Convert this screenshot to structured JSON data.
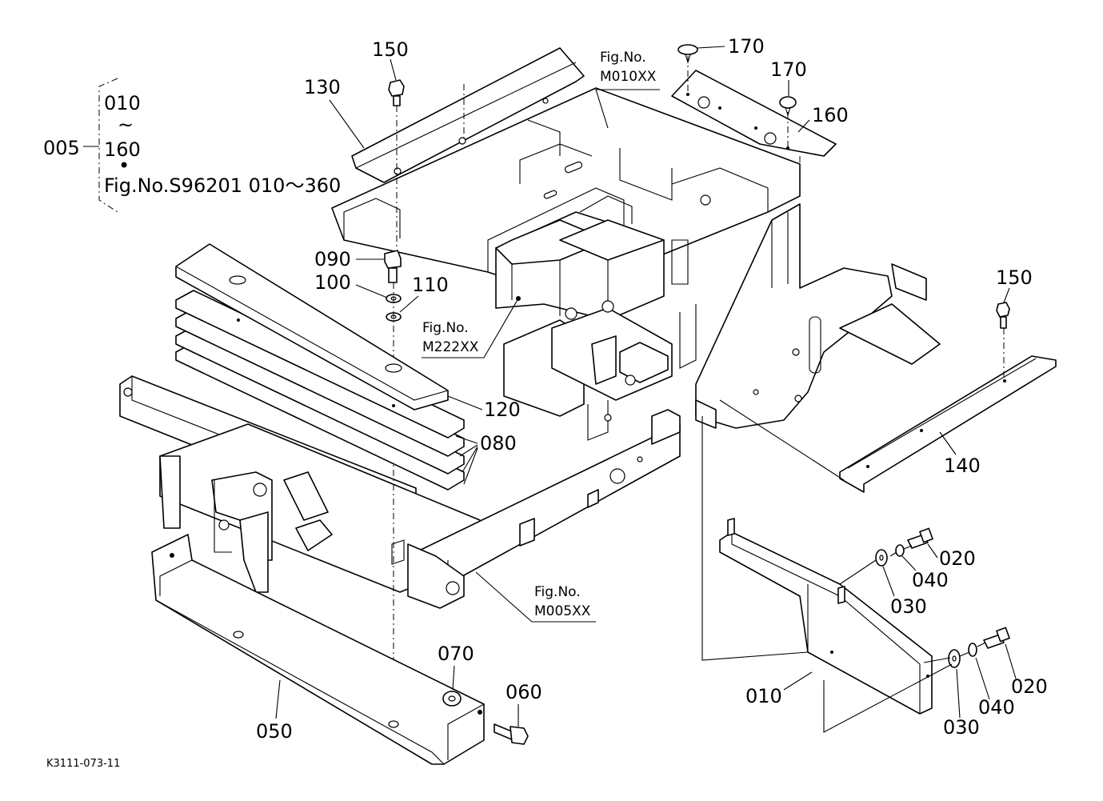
{
  "diagram_code": "K3111-073-11",
  "group": {
    "number": "005",
    "range_start": "010",
    "range_tilde": "~",
    "range_end": "160",
    "bullet": "•",
    "figure_ref": "Fig.No.S96201  010～360"
  },
  "fig_refs": [
    {
      "line1": "Fig.No.",
      "line2": "M010XX"
    },
    {
      "line1": "Fig.No.",
      "line2": "M222XX"
    },
    {
      "line1": "Fig.No.",
      "line2": "M005XX"
    }
  ],
  "callouts": [
    "150",
    "130",
    "170",
    "170",
    "160",
    "090",
    "100",
    "110",
    "120",
    "080",
    "150",
    "140",
    "020",
    "040",
    "030",
    "020",
    "040",
    "030",
    "010",
    "070",
    "060",
    "050"
  ]
}
